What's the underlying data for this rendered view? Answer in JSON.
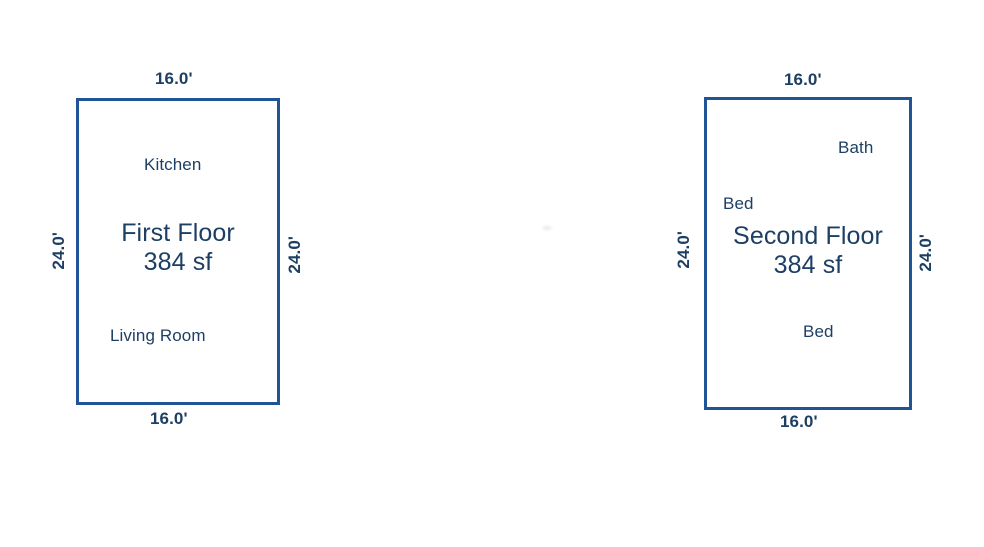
{
  "document": {
    "type": "floor-plan-diagram",
    "background_color": "#ffffff",
    "line_color": "#1f5596",
    "text_color": "#1d3f63"
  },
  "floors": [
    {
      "id": "first-floor",
      "title": "First Floor",
      "area": "384 sf",
      "dimensions": {
        "top": "16.0'",
        "bottom": "16.0'",
        "left": "24.0'",
        "right": "24.0'"
      },
      "rooms": [
        {
          "label": "Kitchen"
        },
        {
          "label": "Living Room"
        }
      ]
    },
    {
      "id": "second-floor",
      "title": "Second Floor",
      "area": "384 sf",
      "dimensions": {
        "top": "16.0'",
        "bottom": "16.0'",
        "left": "24.0'",
        "right": "24.0'"
      },
      "rooms": [
        {
          "label": "Bath"
        },
        {
          "label": "Bed"
        },
        {
          "label": "Bed"
        }
      ]
    }
  ]
}
